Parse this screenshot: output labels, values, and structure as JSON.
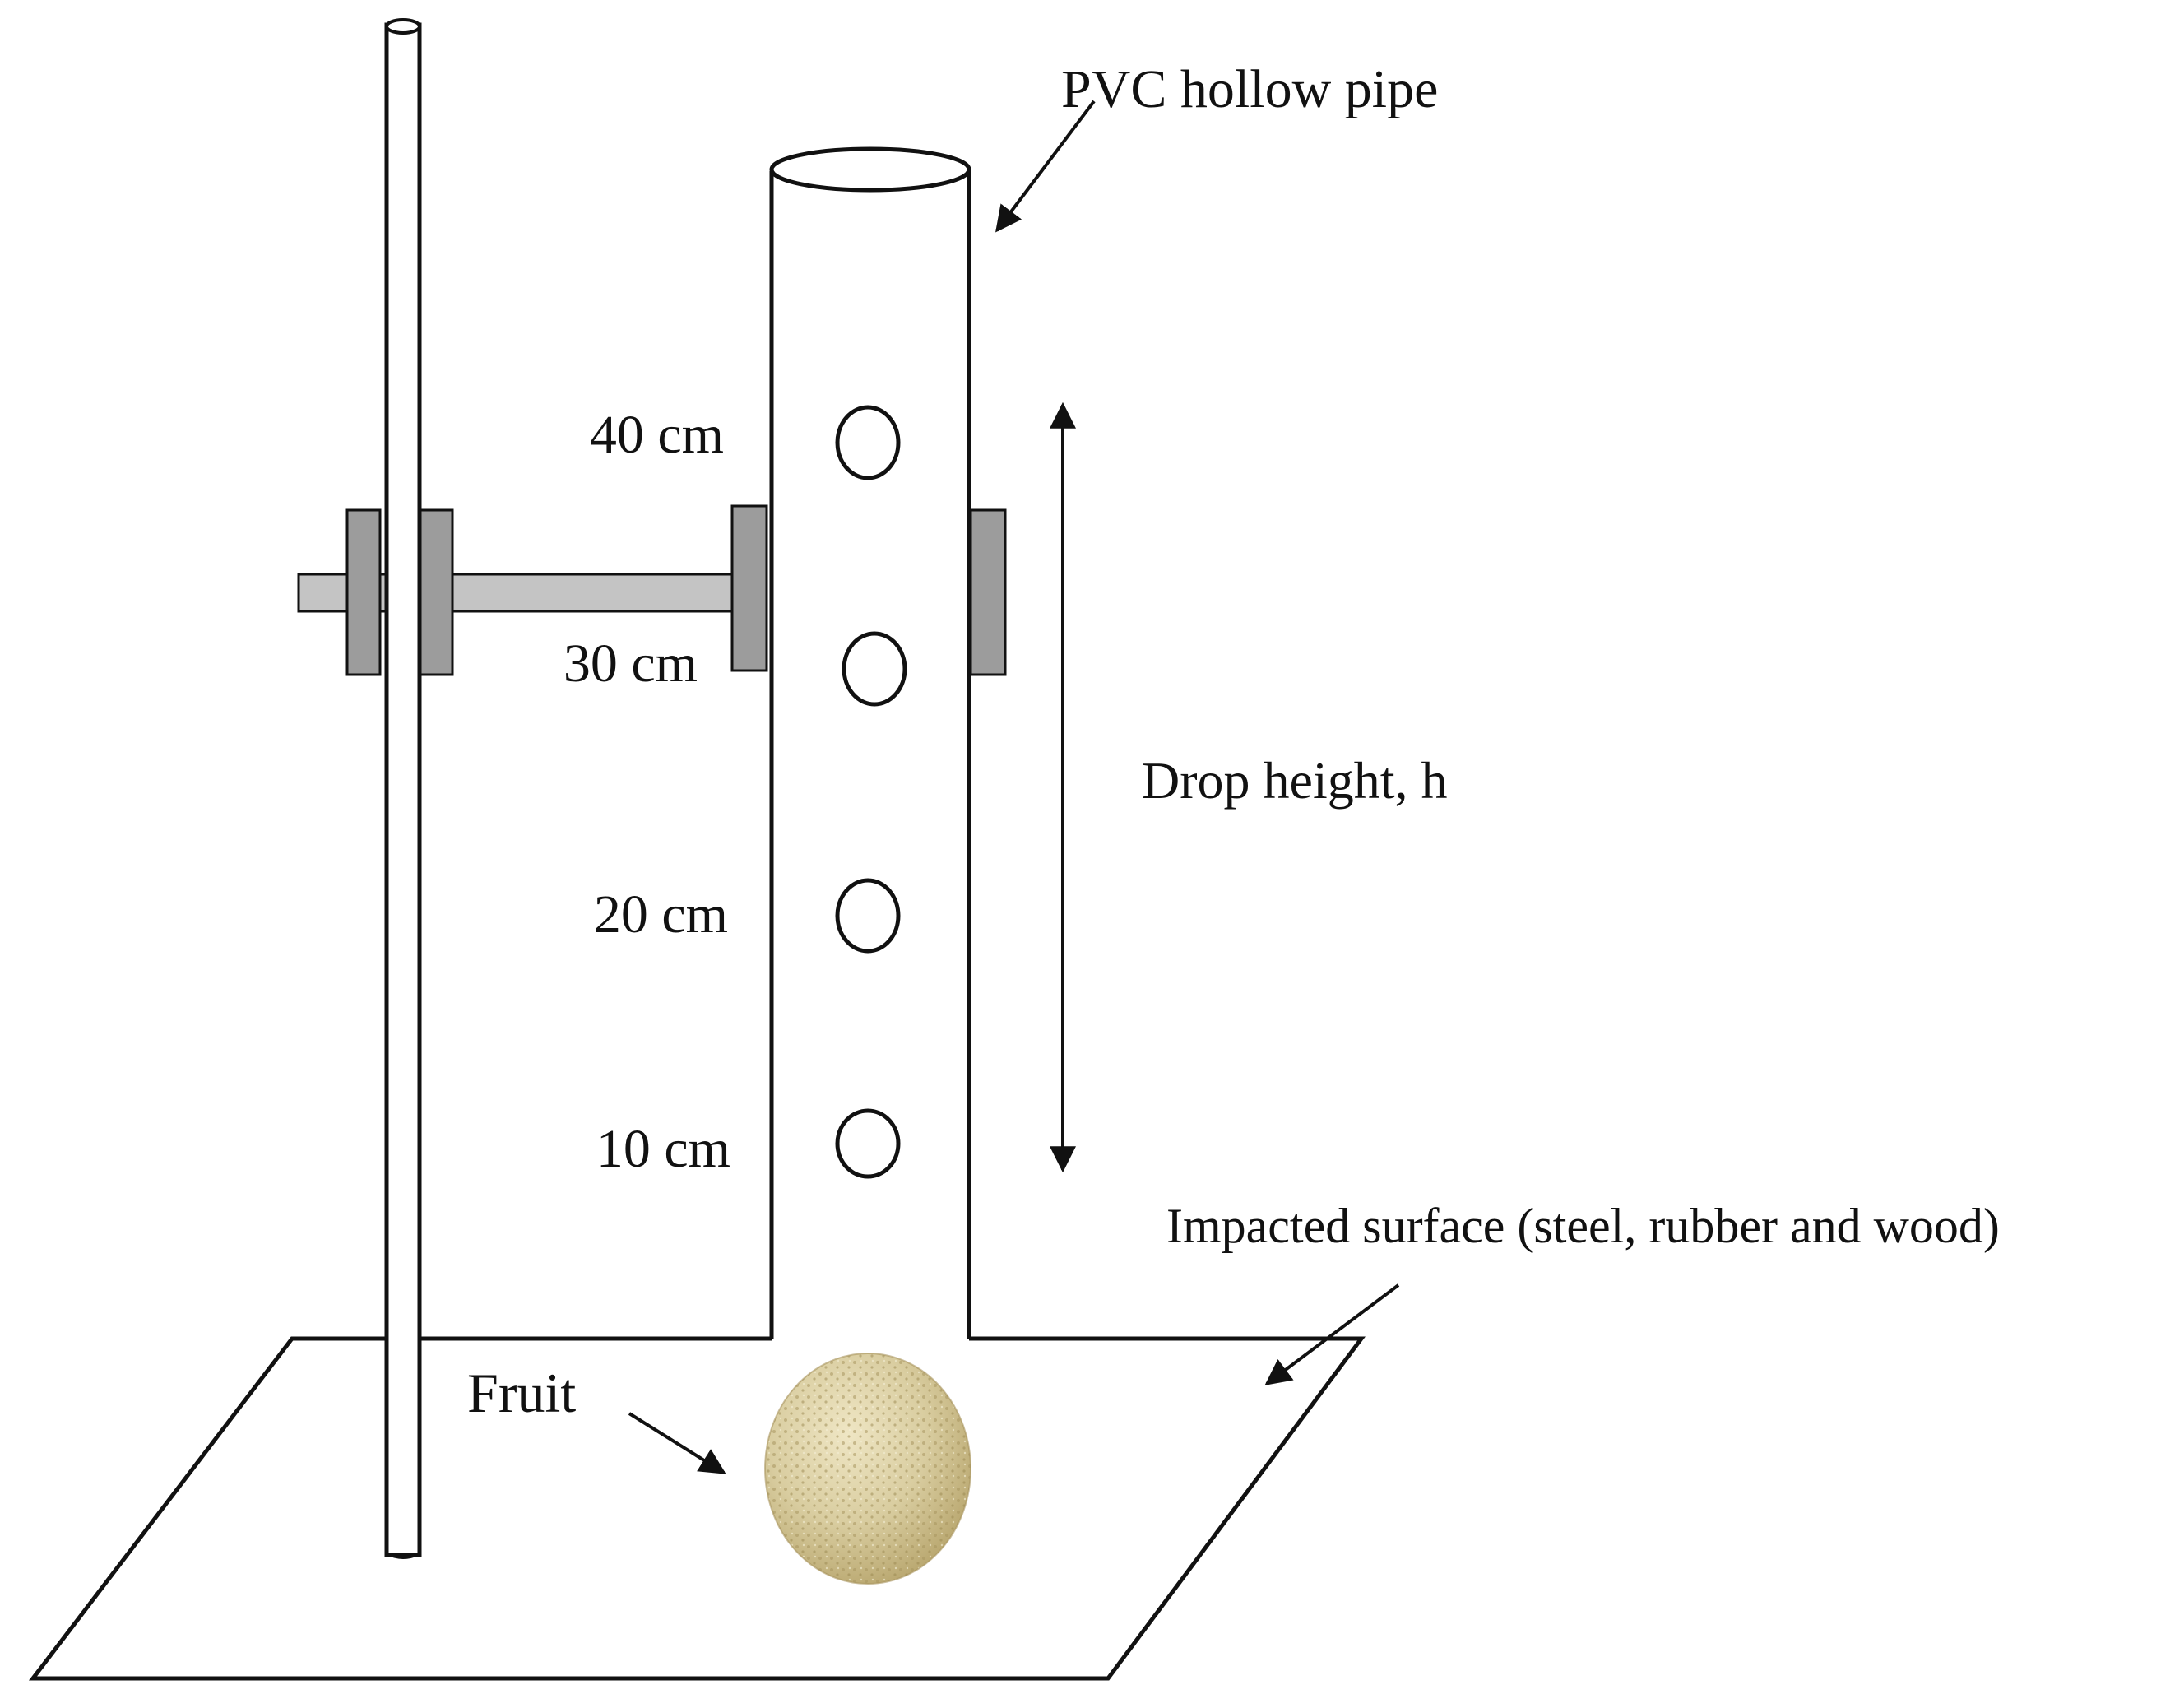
{
  "labels": {
    "pipe": "PVC hollow pipe",
    "h40": "40 cm",
    "h30": "30 cm",
    "h20": "20 cm",
    "h10": "10 cm",
    "drop_height": "Drop height, h",
    "surface": "Impacted surface (steel, rubber and wood)",
    "fruit": "Fruit"
  },
  "colors": {
    "line": "#111111",
    "clamp_fill": "#9c9c9c",
    "rod_fill": "#c4c4c4",
    "fruit_base": "#d9cda0",
    "fruit_dark": "#b8a66e"
  }
}
